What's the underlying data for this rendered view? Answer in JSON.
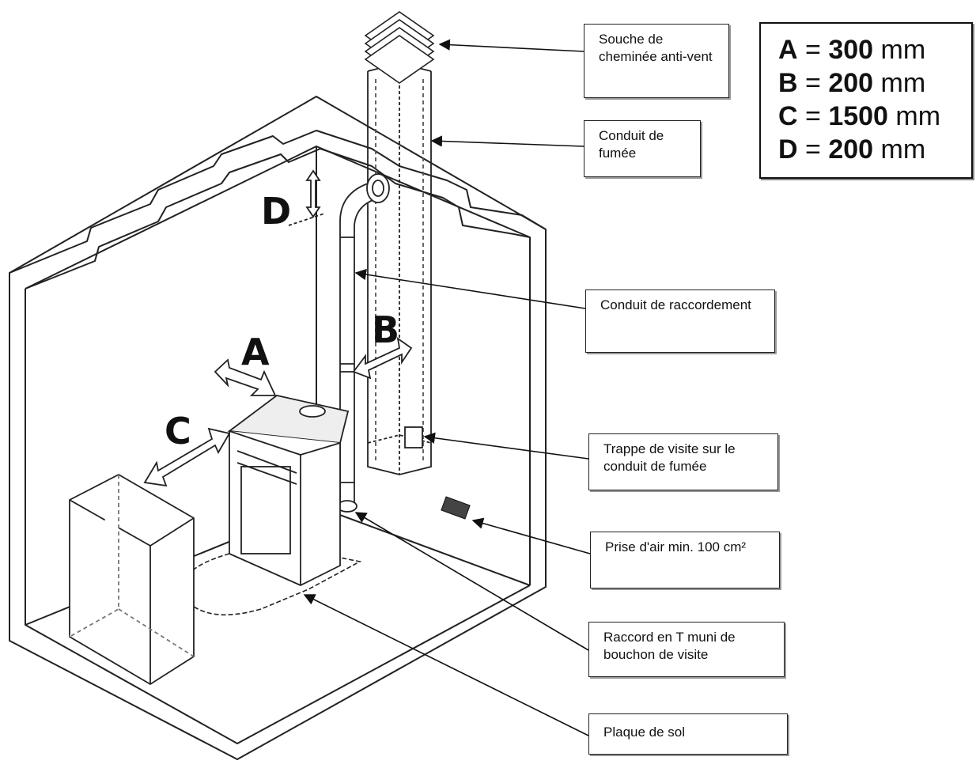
{
  "labels": {
    "chimney_cap": "Souche de cheminée anti-vent",
    "flue_duct": "Conduit de fumée",
    "connecting_pipe": "Conduit de raccordement",
    "inspection_hatch": "Trappe de visite sur le conduit de fumée",
    "air_intake": "Prise d'air min. 100 cm²",
    "t_connector": "Raccord en T muni de bouchon de visite",
    "floor_plate": "Plaque de sol"
  },
  "dimensions": {
    "a": {
      "letter": "A",
      "eq": "=",
      "value": "300",
      "unit": "mm"
    },
    "b": {
      "letter": "B",
      "eq": "=",
      "value": "200",
      "unit": "mm"
    },
    "c": {
      "letter": "C",
      "eq": "=",
      "value": "1500",
      "unit": "mm"
    },
    "d": {
      "letter": "D",
      "eq": "=",
      "value": "200",
      "unit": "mm"
    }
  }
}
